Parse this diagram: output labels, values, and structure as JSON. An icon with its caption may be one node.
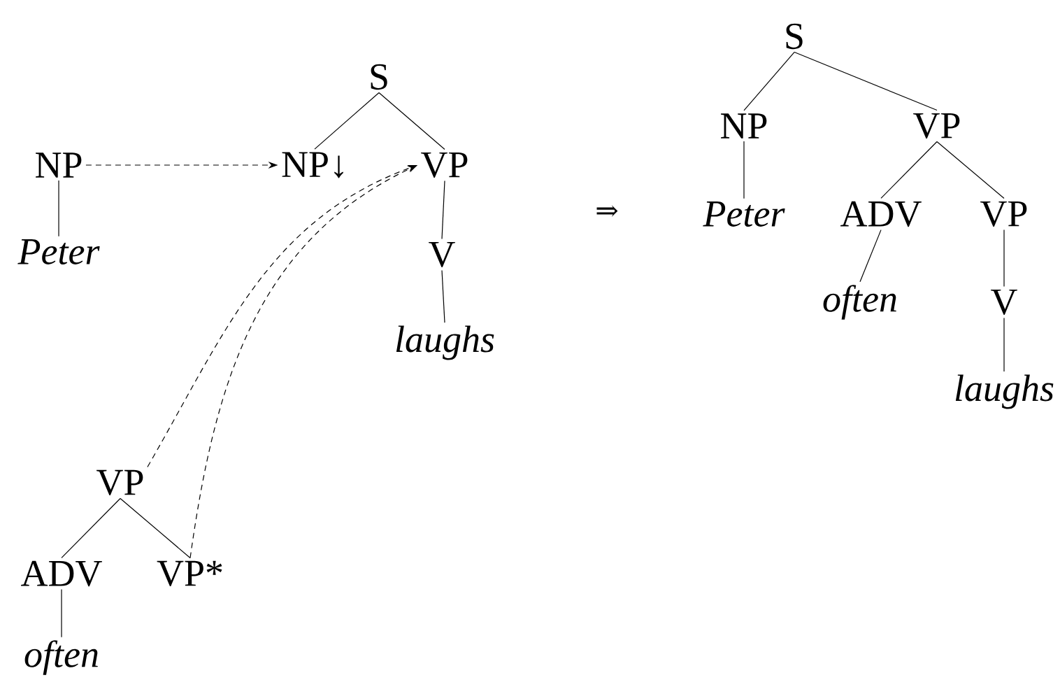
{
  "diagram": {
    "nodes": [
      {
        "text": [
          "S"
        ]
      },
      {
        "text": [
          "NP↓"
        ]
      },
      {
        "text": [
          "VP"
        ]
      },
      {
        "text": [
          "V"
        ]
      },
      {
        "text": [
          "laughs"
        ]
      },
      {
        "text": [
          "NP"
        ]
      },
      {
        "text": [
          "Peter"
        ]
      },
      {
        "text": [
          "VP"
        ]
      },
      {
        "text": [
          "ADV"
        ]
      },
      {
        "text": [
          "VP*"
        ]
      },
      {
        "text": [
          "often"
        ]
      },
      {
        "text": [
          "S"
        ]
      },
      {
        "text": [
          "NP"
        ]
      },
      {
        "text": [
          "VP"
        ]
      },
      {
        "text": [
          "Peter"
        ]
      },
      {
        "text": [
          "ADV"
        ]
      },
      {
        "text": [
          "VP"
        ]
      },
      {
        "text": [
          "often"
        ]
      },
      {
        "text": [
          "V"
        ]
      },
      {
        "text": [
          "laughs"
        ]
      }
    ],
    "edges": [
      {
        "from": 0,
        "to": 1,
        "arrow": "none"
      },
      {
        "from": 0,
        "to": 2,
        "arrow": "none"
      },
      {
        "from": 2,
        "to": 3,
        "arrow": "none"
      },
      {
        "from": 3,
        "to": 4,
        "arrow": "none"
      },
      {
        "from": 5,
        "to": 6,
        "arrow": "none"
      },
      {
        "from": 7,
        "to": 8,
        "arrow": "none"
      },
      {
        "from": 7,
        "to": 9,
        "arrow": "none"
      },
      {
        "from": 8,
        "to": 10,
        "arrow": "none"
      },
      {
        "from": 11,
        "to": 12,
        "arrow": "none"
      },
      {
        "from": 11,
        "to": 13,
        "arrow": "none"
      },
      {
        "from": 12,
        "to": 14,
        "arrow": "none"
      },
      {
        "from": 13,
        "to": 15,
        "arrow": "none"
      },
      {
        "from": 13,
        "to": 16,
        "arrow": "none"
      },
      {
        "from": 15,
        "to": 17,
        "arrow": "none"
      },
      {
        "from": 16,
        "to": 18,
        "arrow": "none"
      },
      {
        "from": 18,
        "to": 19,
        "arrow": "none"
      },
      {
        "from": 5,
        "to": 1,
        "arrow": "to",
        "style": "dashed"
      },
      {
        "from": 7,
        "to": 2,
        "arrow": "to",
        "style": "dashed"
      },
      {
        "from": 9,
        "to": 2,
        "arrow": "to",
        "style": "dashed"
      }
    ],
    "labels": [
      "⇒"
    ]
  }
}
